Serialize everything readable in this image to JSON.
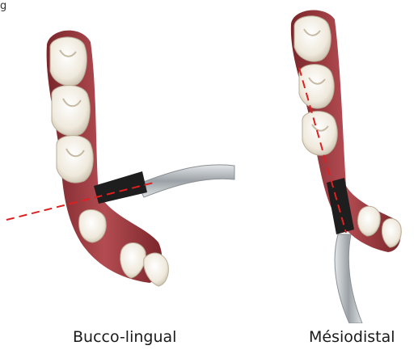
{
  "top_text_fragment": "g",
  "panels": [
    {
      "caption": "Bucco-lingual"
    },
    {
      "caption": "Mésiodistal"
    }
  ],
  "colors": {
    "gum": "#a8454a",
    "gum_dark": "#6e2226",
    "tooth": "#f3efe6",
    "tooth_shadow": "#cfc6b5",
    "probe_metal": "#b9bec2",
    "probe_dark": "#222222",
    "guide_line": "#e02020"
  }
}
